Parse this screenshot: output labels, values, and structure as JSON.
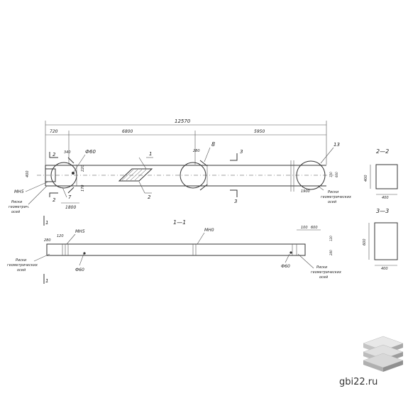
{
  "drawing": {
    "dims": {
      "total": "12570",
      "left": "720",
      "middle": "6800",
      "right": "5950",
      "d1800": "1800",
      "d1900": "1900",
      "d400": "400",
      "d340": "340",
      "d220": "220",
      "d280": "280",
      "d170": "170",
      "d100": "100",
      "d600": "600",
      "d280b": "280",
      "d120": "120",
      "d100b": "100",
      "d600b": "600",
      "s22h": "400",
      "s22w": "400",
      "s33h": "600",
      "s33w": "400"
    },
    "labels": {
      "phi60a": "Ф60",
      "phi60b": "Ф60",
      "phi60c": "Ф60",
      "m15a": "МН5",
      "m15b": "МН5",
      "m10": "МН0",
      "sec11": "1—1",
      "sec22": "2—2",
      "sec33": "3—3",
      "cut2": "2",
      "cut2b": "2",
      "cut3": "3",
      "cut3b": "3",
      "cut1": "1",
      "cut1b": "1",
      "pos1": "1",
      "pos2": "2",
      "pos7": "7",
      "pos8": "8",
      "pos13": "13"
    },
    "notes": {
      "risk1_l1": "Риски",
      "risk1_l2": "геометрич.",
      "risk1_l3": "осей",
      "risk2_l1": "Риски",
      "risk2_l2": "геометрических",
      "risk2_l3": "осей",
      "risk3_l1": "Риски",
      "risk3_l2": "геометрических",
      "risk3_l3": "осей",
      "risk4_l1": "Риски",
      "risk4_l2": "геометрических",
      "risk4_l3": "осей"
    }
  },
  "brand": {
    "site": "gbi22.ru",
    "logo_icon": "stacked-slabs-icon"
  }
}
